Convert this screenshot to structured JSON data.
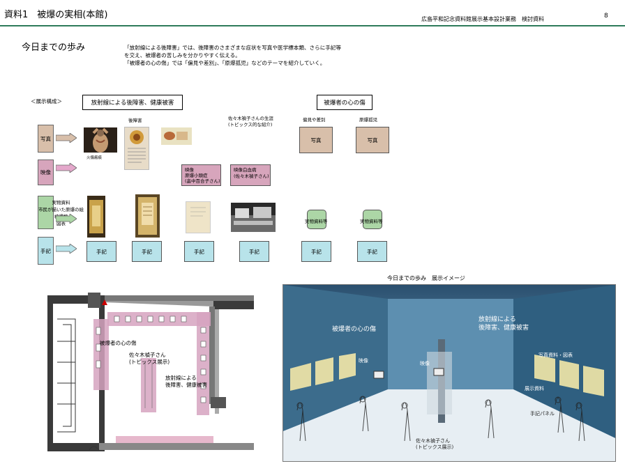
{
  "header": {
    "title": "資料1　被爆の実相(本館)",
    "subtitle": "広島平和記念資料館展示基本設計業務　検討資料",
    "page": "8"
  },
  "section_title": "今日までの歩み",
  "intro": [
    "「放射線による後障害」では、後障害のさまざまな症状を写真や医学標本類、さらに手記等",
    "を交え、被爆者の苦しみを分かりやすく伝える。",
    "「被爆者の心の傷」では「偏見や差別」、「原爆孤児」などのテーマを紹介していく。"
  ],
  "composition_label": "＜展示構成＞",
  "theme_headers": {
    "radiation": "放射線による後障害、健康被害",
    "heart": "被爆者の心の傷"
  },
  "row_labels": {
    "photo": "写真",
    "video": "映像",
    "objects": "実物資料\n市民が描いた原爆の絵\n被爆物\n図表",
    "notes": "手記"
  },
  "column_labels": {
    "aftereffects": "後障害",
    "keloid_caption": "火傷瘢痕",
    "sasaki": "佐々木禎子さんの生涯\n(トピックス的な紹介)",
    "prejudice": "偏見や差別",
    "orphans": "原爆孤児"
  },
  "photo_box_label": "写真",
  "video_boxes": [
    "映像\n原爆小頭症\n(畠中百合子さん)",
    "映像白血病\n(佐々木禎子さん)"
  ],
  "objects_box_label": "実物資料等",
  "note_box_label": "手記",
  "plan": {
    "heart_label": "被爆者の心の傷",
    "sasaki_label": "佐々木禎子さん\n(トピックス展示)",
    "radiation_label": "放射線による\n後障害、健康被害"
  },
  "sketch": {
    "title": "今日までの歩み　展示イメージ",
    "heart_label": "被爆者の心の傷",
    "radiation_label": "放射線による\n後障害、健康被害",
    "video1": "映像",
    "video2": "映像",
    "photo_docs": "写真資料・図表",
    "display_docs": "展示資料",
    "notes_panel": "手記パネル",
    "sasaki": "佐々木禎子さん\n(トピックス展示)"
  },
  "colors": {
    "header_rule": "#2d7a5a",
    "photo_row": "#d8bfaa",
    "video_row": "#d7a5bc",
    "object_row": "#acd6a6",
    "note_row": "#b8e3ea"
  }
}
